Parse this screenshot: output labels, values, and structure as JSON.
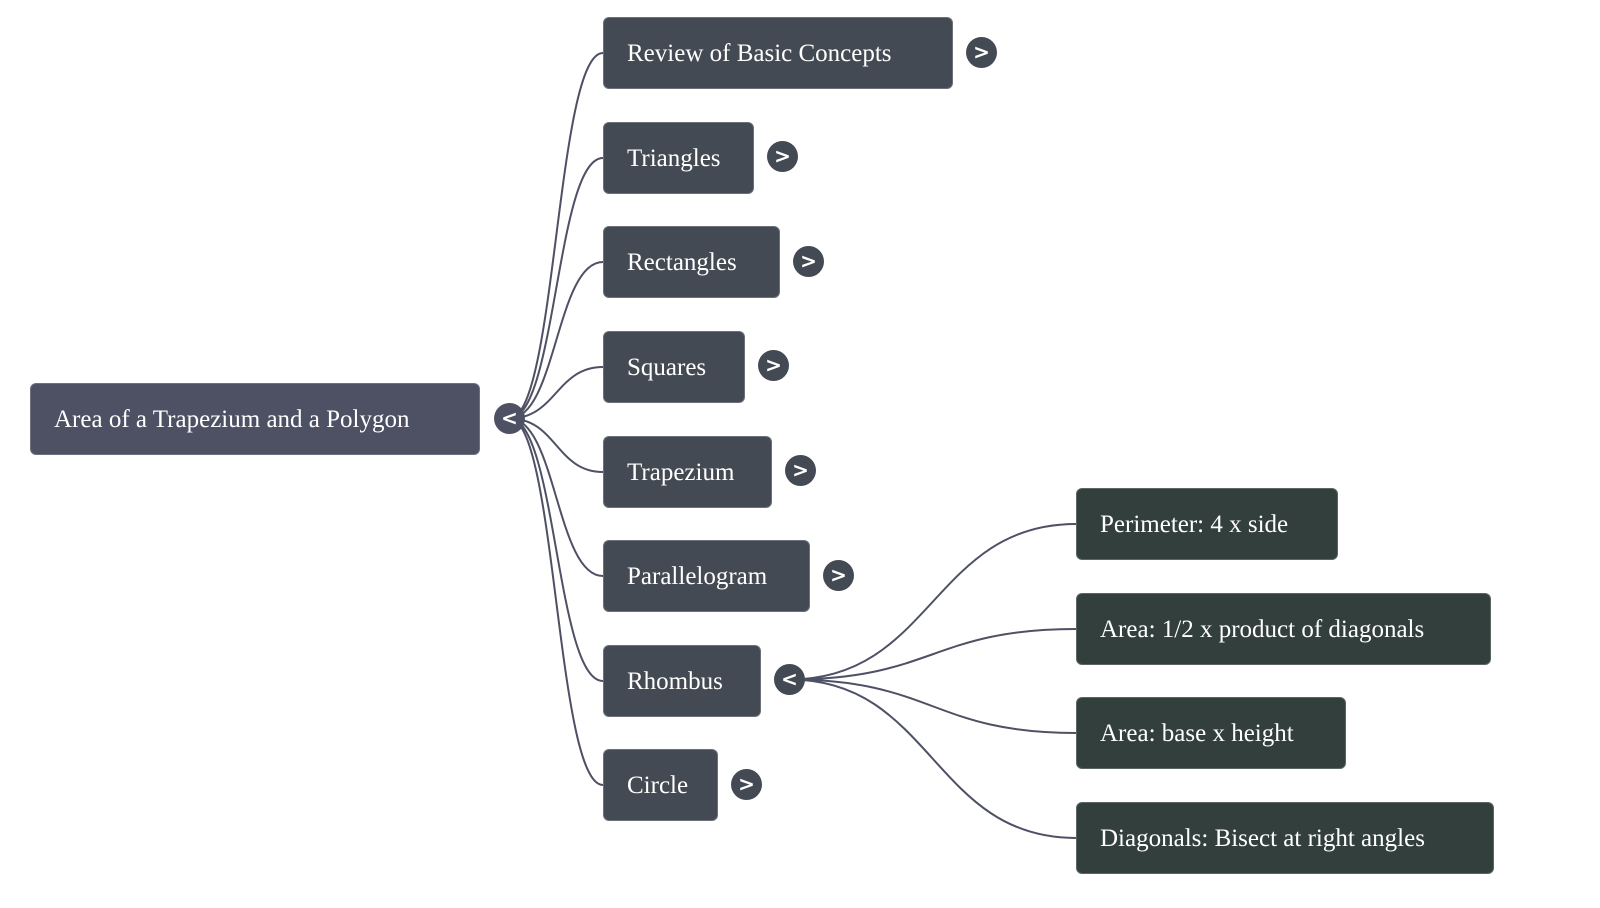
{
  "mindmap": {
    "root": {
      "label": "Area of a Trapezium and a Polygon",
      "toggle": "<",
      "expanded": true
    },
    "branches": [
      {
        "label": "Review of Basic Concepts",
        "toggle": ">",
        "expanded": false
      },
      {
        "label": "Triangles",
        "toggle": ">",
        "expanded": false
      },
      {
        "label": "Rectangles",
        "toggle": ">",
        "expanded": false
      },
      {
        "label": "Squares",
        "toggle": ">",
        "expanded": false
      },
      {
        "label": "Trapezium",
        "toggle": ">",
        "expanded": false
      },
      {
        "label": "Parallelogram",
        "toggle": ">",
        "expanded": false
      },
      {
        "label": "Rhombus",
        "toggle": "<",
        "expanded": true,
        "children": [
          {
            "label": "Perimeter: 4 x side"
          },
          {
            "label": "Area: 1/2 x product of diagonals"
          },
          {
            "label": "Area: base x height"
          },
          {
            "label": "Diagonals: Bisect at right angles"
          }
        ]
      },
      {
        "label": "Circle",
        "toggle": ">",
        "expanded": false
      }
    ]
  },
  "colors": {
    "root_fill": "#4e5064",
    "branch_fill": "#444a53",
    "leaf_fill": "#323f3d",
    "edge": "#4e5064",
    "text": "#ffffff"
  }
}
